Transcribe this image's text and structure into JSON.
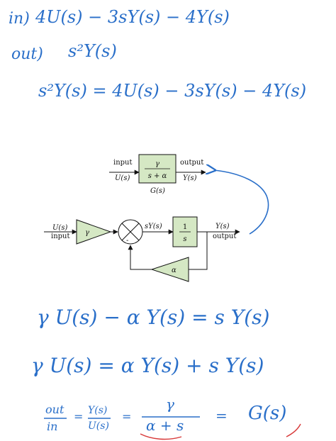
{
  "notes": {
    "in_label": "in)",
    "in_expr": "4U(s) − 3sY(s) − 4Y(s)",
    "out_label": "out)",
    "out_expr": "s²Y(s)",
    "equation1": "s²Y(s) = 4U(s) − 3sY(s) − 4Y(s)",
    "equation2": "γ U(s) − α Y(s) = s Y(s)",
    "equation3": "γ U(s) = α Y(s) + s Y(s)",
    "tf_out": "out",
    "tf_in": "in",
    "tf_eq1": "=",
    "tf_num1": "Y(s)",
    "tf_den1": "U(s)",
    "tf_eq2": "=",
    "tf_num2": "γ",
    "tf_den2": "α + s",
    "tf_eq3": "=",
    "tf_result": "G(s)"
  },
  "diagram": {
    "top_input_label": "input",
    "top_input_signal": "U(s)",
    "top_block_num": "γ",
    "top_block_den": "s + α",
    "top_output_label": "output",
    "top_output_signal": "Y(s)",
    "top_block_name": "G(s)",
    "input_signal": "U(s)",
    "input_label": "input",
    "gain_label": "γ",
    "sum_minus": "-",
    "sY_label": "sY(s)",
    "integrator_num": "1",
    "integrator_den": "s",
    "output_signal": "Y(s)",
    "output_label": "output",
    "feedback_gain": "α"
  },
  "colors": {
    "ink": "#2a6fc9",
    "block_fill": "#d5e8c4",
    "red_mark": "#d83a3a"
  }
}
